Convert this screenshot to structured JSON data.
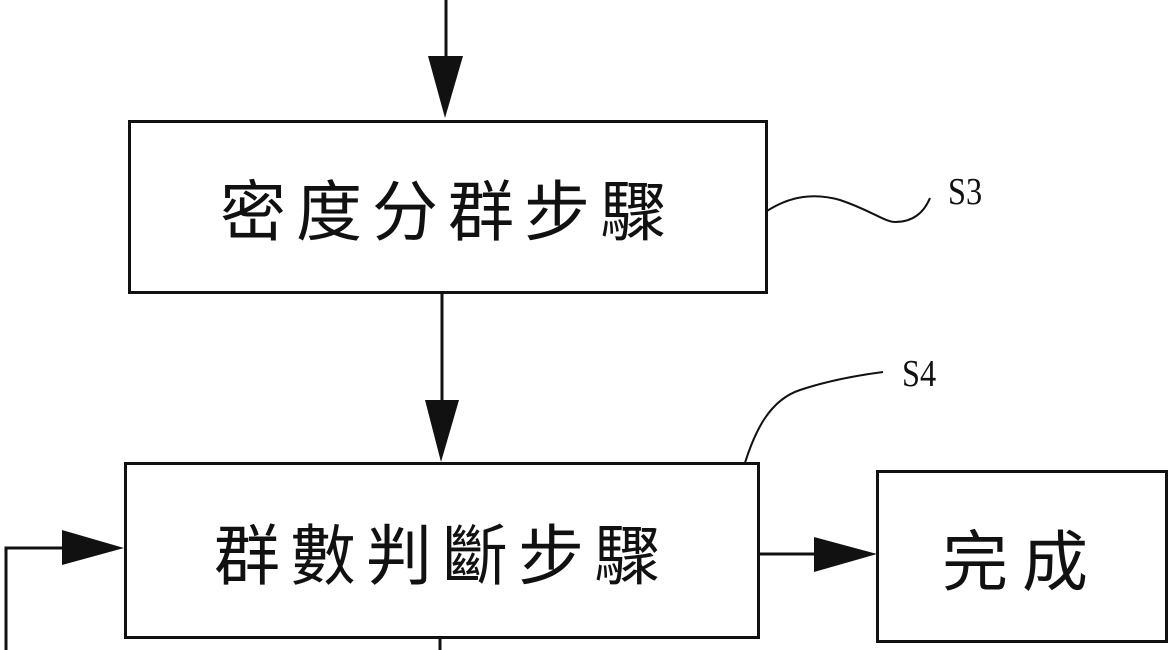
{
  "diagram": {
    "type": "flowchart",
    "steps": [
      {
        "id": "S3",
        "label": "密度分群步驟",
        "ref": "S3"
      },
      {
        "id": "S4",
        "label": "群數判斷步驟",
        "ref": "S4"
      },
      {
        "id": "done",
        "label": "完成"
      }
    ],
    "edges": [
      {
        "from": "previous-step",
        "to": "S3"
      },
      {
        "from": "S3",
        "to": "S4"
      },
      {
        "from": "S4",
        "to": "done"
      },
      {
        "from": "loop-back",
        "to": "S4"
      },
      {
        "from": "S4",
        "to": "next-step"
      }
    ],
    "colors": {
      "line": "#111111",
      "background": "#ffffff"
    }
  }
}
